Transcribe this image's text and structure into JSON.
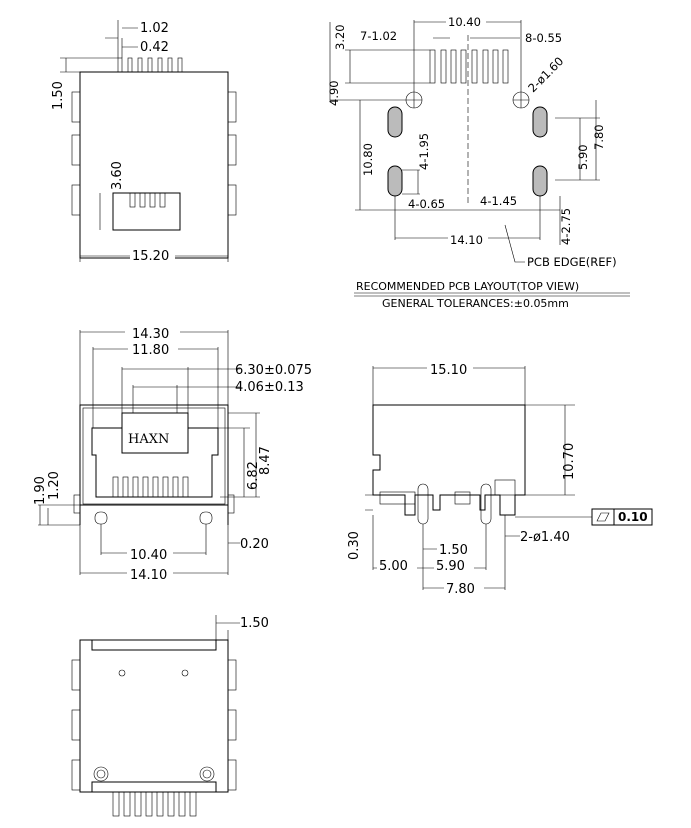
{
  "side_view": {
    "d1": "1.02",
    "d2": "0.42",
    "d3": "1.50",
    "d4": "3.60",
    "d5": "15.20"
  },
  "pcb_layout": {
    "d_width": "10.40",
    "d_pitch": "7-1.02",
    "d_pin": "8-0.55",
    "d_hole": "2-ø1.60",
    "d_320": "3.20",
    "d_490": "4.90",
    "d_195": "4-1.95",
    "d_1080": "10.80",
    "d_065": "4-0.65",
    "d_145": "4-1.45",
    "d_590": "5.90",
    "d_780": "7.80",
    "d_275": "4-2.75",
    "d_1410": "14.10",
    "pcb_edge": "PCB EDGE(REF)",
    "title": "RECOMMENDED PCB LAYOUT(TOP VIEW)",
    "tolerance": "GENERAL TOLERANCES:±0.05mm"
  },
  "front_view": {
    "d1": "14.30",
    "d2": "11.80",
    "d3": "6.30±0.075",
    "d4": "4.06±0.13",
    "d5": "6.82",
    "d6": "8.47",
    "d7": "1.90",
    "d8": "1.20",
    "d9": "10.40",
    "d10": "0.20",
    "d11": "14.10",
    "logo": "HAXN"
  },
  "right_view": {
    "d1": "15.10",
    "d2": "10.70",
    "d3": "0.30",
    "d4": "1.50",
    "d5": "2-ø1.40",
    "d6": "5.00",
    "d7": "5.90",
    "d8": "7.80",
    "flatness": "0.10"
  },
  "bottom_view": {
    "d1": "1.50"
  }
}
